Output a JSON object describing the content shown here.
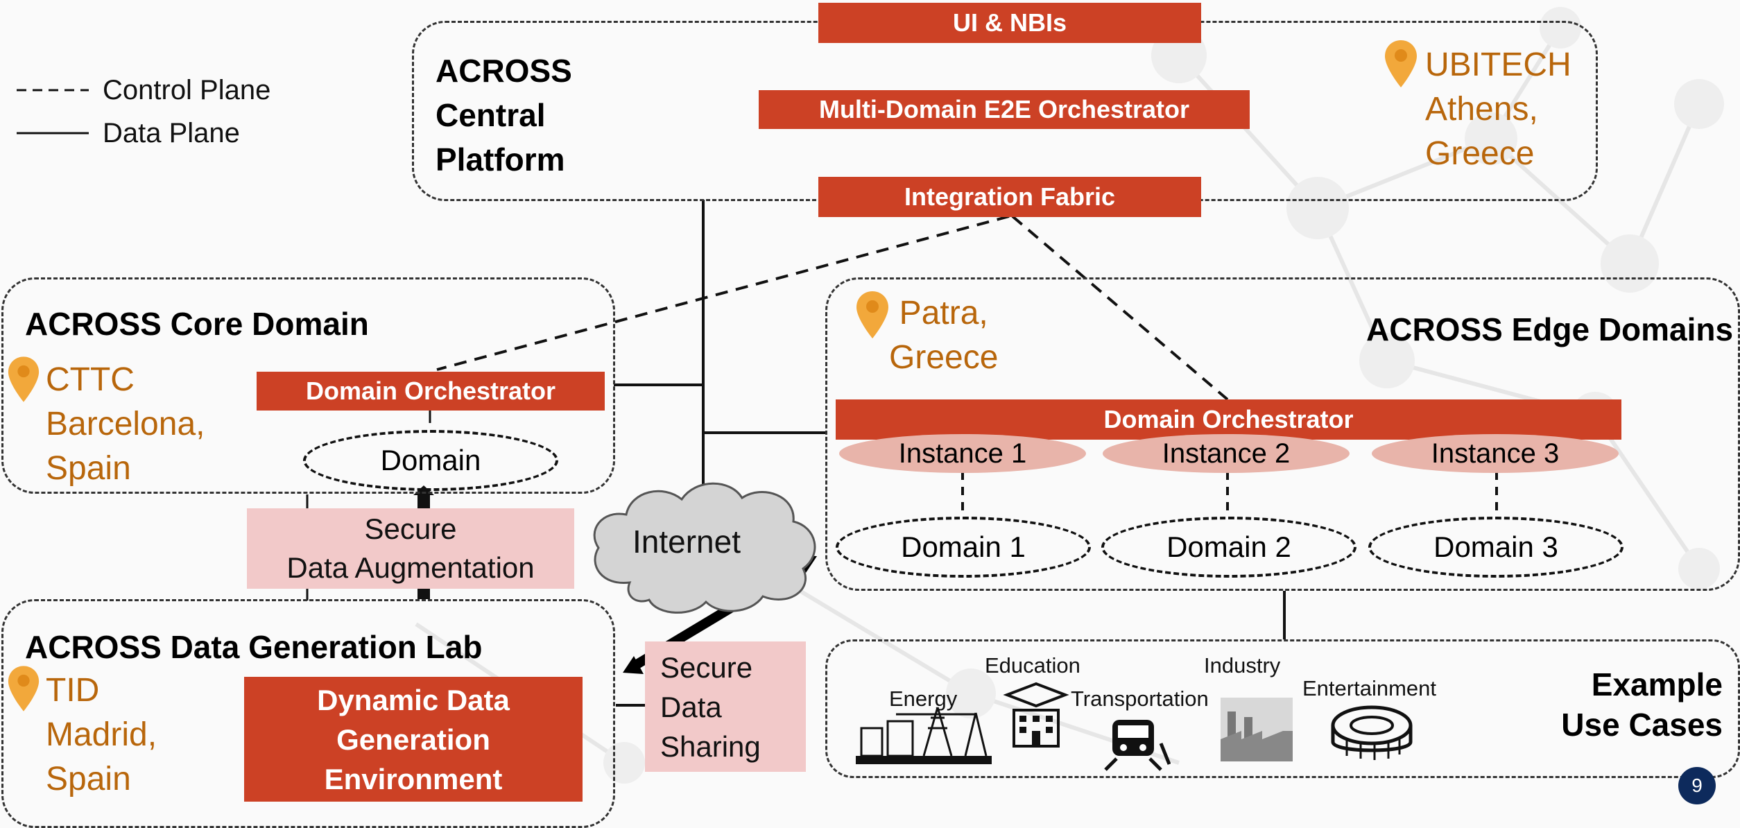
{
  "legend": {
    "control_plane": "Control Plane",
    "data_plane": "Data Plane"
  },
  "central": {
    "title_lines": [
      "ACROSS",
      "Central",
      "Platform"
    ],
    "ui_nbis": "UI & NBIs",
    "orchestrator": "Multi-Domain E2E Orchestrator",
    "integration_fabric": "Integration Fabric",
    "location_lines": [
      "UBITECH",
      "Athens,",
      "Greece"
    ]
  },
  "core": {
    "title": "ACROSS Core Domain",
    "location_lines": [
      "CTTC",
      "Barcelona,",
      "Spain"
    ],
    "orchestrator": "Domain Orchestrator",
    "domain": "Domain"
  },
  "augmentation": {
    "lines": [
      "Secure",
      "Data Augmentation"
    ]
  },
  "internet": {
    "label": "Internet"
  },
  "edge": {
    "title": "ACROSS Edge Domains",
    "location_lines": [
      "Patra,",
      "Greece"
    ],
    "orchestrator": "Domain Orchestrator",
    "instances": [
      "Instance 1",
      "Instance 2",
      "Instance 3"
    ],
    "domains": [
      "Domain 1",
      "Domain 2",
      "Domain 3"
    ]
  },
  "lab": {
    "title": "ACROSS Data Generation Lab",
    "location_lines": [
      "TID",
      "Madrid,",
      "Spain"
    ],
    "environment_lines": [
      "Dynamic Data",
      "Generation",
      "Environment"
    ]
  },
  "sharing": {
    "lines": [
      "Secure",
      "Data",
      "Sharing"
    ]
  },
  "usecases": {
    "title_lines": [
      "Example",
      "Use Cases"
    ],
    "labels": {
      "energy": "Energy",
      "education": "Education",
      "transportation": "Transportation",
      "industry": "Industry",
      "entertainment": "Entertainment"
    }
  },
  "page_number": "9",
  "colors": {
    "accent_red": "#cc4125",
    "pink": "#f2c9c9",
    "location": "#b8660b",
    "pin": "#f2a83b",
    "instance": "#e8b4aa",
    "page_badge": "#0d2a5c"
  }
}
